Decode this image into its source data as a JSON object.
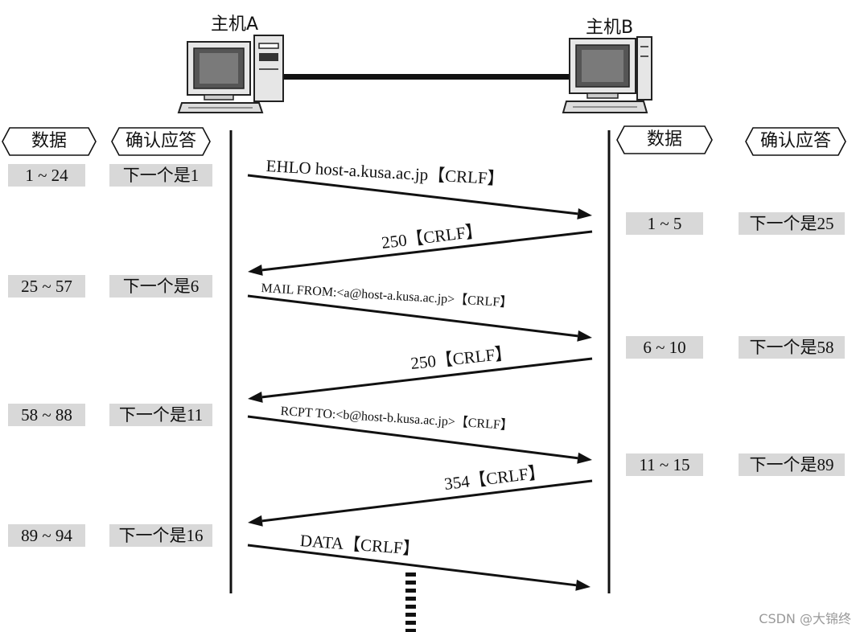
{
  "hosts": {
    "a": "主机A",
    "b": "主机B"
  },
  "headers": {
    "data": "数据",
    "ack": "确认应答"
  },
  "left_rows": [
    {
      "data": "1 ~ 24",
      "ack": "下一个是1"
    },
    {
      "data": "25 ~ 57",
      "ack": "下一个是6"
    },
    {
      "data": "58 ~ 88",
      "ack": "下一个是11"
    },
    {
      "data": "89 ~ 94",
      "ack": "下一个是16"
    }
  ],
  "right_rows": [
    {
      "data": "1 ~ 5",
      "ack": "下一个是25"
    },
    {
      "data": "6 ~ 10",
      "ack": "下一个是58"
    },
    {
      "data": "11 ~ 15",
      "ack": "下一个是89"
    }
  ],
  "messages": [
    "EHLO host-a.kusa.ac.jp【CRLF】",
    "250【CRLF】",
    "MAIL FROM:<a@host-a.kusa.ac.jp>【CRLF】",
    "250【CRLF】",
    "RCPT TO:<b@host-b.kusa.ac.jp>【CRLF】",
    "354【CRLF】",
    "DATA【CRLF】"
  ],
  "watermark": "CSDN @大锦终"
}
